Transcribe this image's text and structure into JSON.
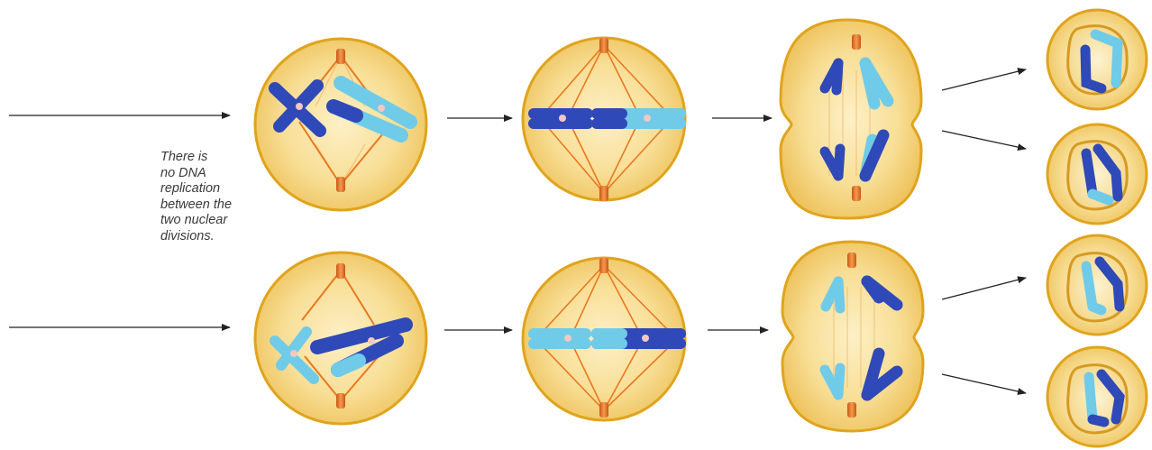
{
  "note": {
    "lines": [
      "There is",
      "no DNA",
      "replication",
      "between the",
      "two nuclear",
      "divisions."
    ]
  },
  "colors": {
    "cell_fill": "#f7dc8e",
    "cell_edge": "#e0a41c",
    "centriole": "#e8781f",
    "spindle": "#e98a3c",
    "chromatid_dark": "#2f49b8",
    "chromatid_light": "#6fcbe8",
    "centromere": "#f3c7c3",
    "arrow": "#222222"
  },
  "icons": [
    "centriole-icon",
    "chromosome-icon",
    "arrow-icon"
  ]
}
